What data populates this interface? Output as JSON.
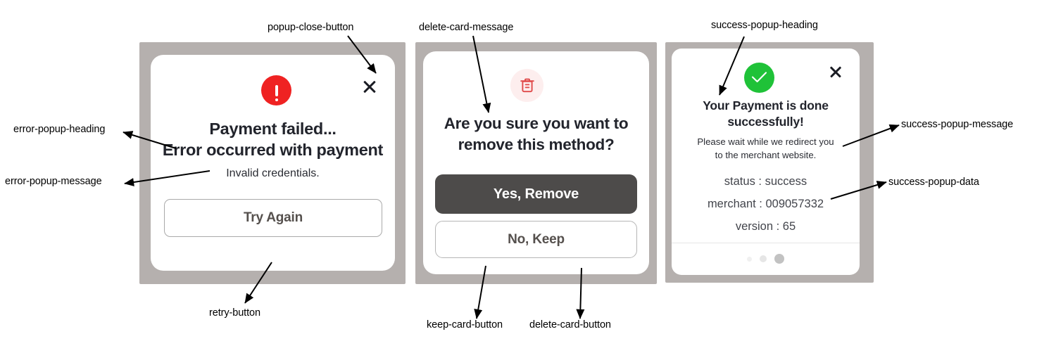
{
  "error_popup": {
    "icon": "error-exclamation-icon",
    "close_icon": "close-icon",
    "heading_line1": "Payment failed...",
    "heading_line2": "Error occurred with payment",
    "message": "Invalid credentials.",
    "retry_label": "Try Again",
    "colors": {
      "icon_bg": "#ef2222",
      "backdrop": "#b5b0ae",
      "card": "#ffffff",
      "button_border": "#a9a9a9",
      "button_text": "#55504d"
    }
  },
  "delete_popup": {
    "icon": "trash-icon",
    "heading_line1": "Are you sure you want to",
    "heading_line2": "remove this method?",
    "confirm_label": "Yes, Remove",
    "cancel_label": "No, Keep",
    "colors": {
      "icon_bg": "#fdeeee",
      "icon_stroke": "#e04a4a",
      "confirm_bg": "#4d4b4a",
      "confirm_text": "#ffffff",
      "cancel_border": "#b6b6b6",
      "cancel_text": "#55504d"
    }
  },
  "success_popup": {
    "icon": "check-circle-icon",
    "close_icon": "close-icon",
    "heading_line1": "Your Payment is done",
    "heading_line2": "successfully!",
    "message_line1": "Please wait while we redirect you",
    "message_line2": "to the merchant website.",
    "data_lines": [
      "status : success",
      "merchant : 009057332",
      "version : 65"
    ],
    "loader_dots": 3,
    "colors": {
      "icon_bg": "#1fc238",
      "check": "#ffffff",
      "divider": "#e6e6e6",
      "dot_light": "#f0f0f0",
      "dot_mid": "#e6e6e6",
      "dot_dark": "#c2c2c2"
    }
  },
  "annotations": [
    {
      "id": "popup-close-button",
      "label": "popup-close-button"
    },
    {
      "id": "delete-card-message",
      "label": "delete-card-message"
    },
    {
      "id": "success-popup-heading",
      "label": "success-popup-heading"
    },
    {
      "id": "error-popup-heading",
      "label": "error-popup-heading"
    },
    {
      "id": "error-popup-message",
      "label": "error-popup-message"
    },
    {
      "id": "success-popup-message",
      "label": "success-popup-message"
    },
    {
      "id": "success-popup-data",
      "label": "success-popup-data"
    },
    {
      "id": "retry-button",
      "label": "retry-button"
    },
    {
      "id": "keep-card-button",
      "label": "keep-card-button"
    },
    {
      "id": "delete-card-button",
      "label": "delete-card-button"
    }
  ]
}
